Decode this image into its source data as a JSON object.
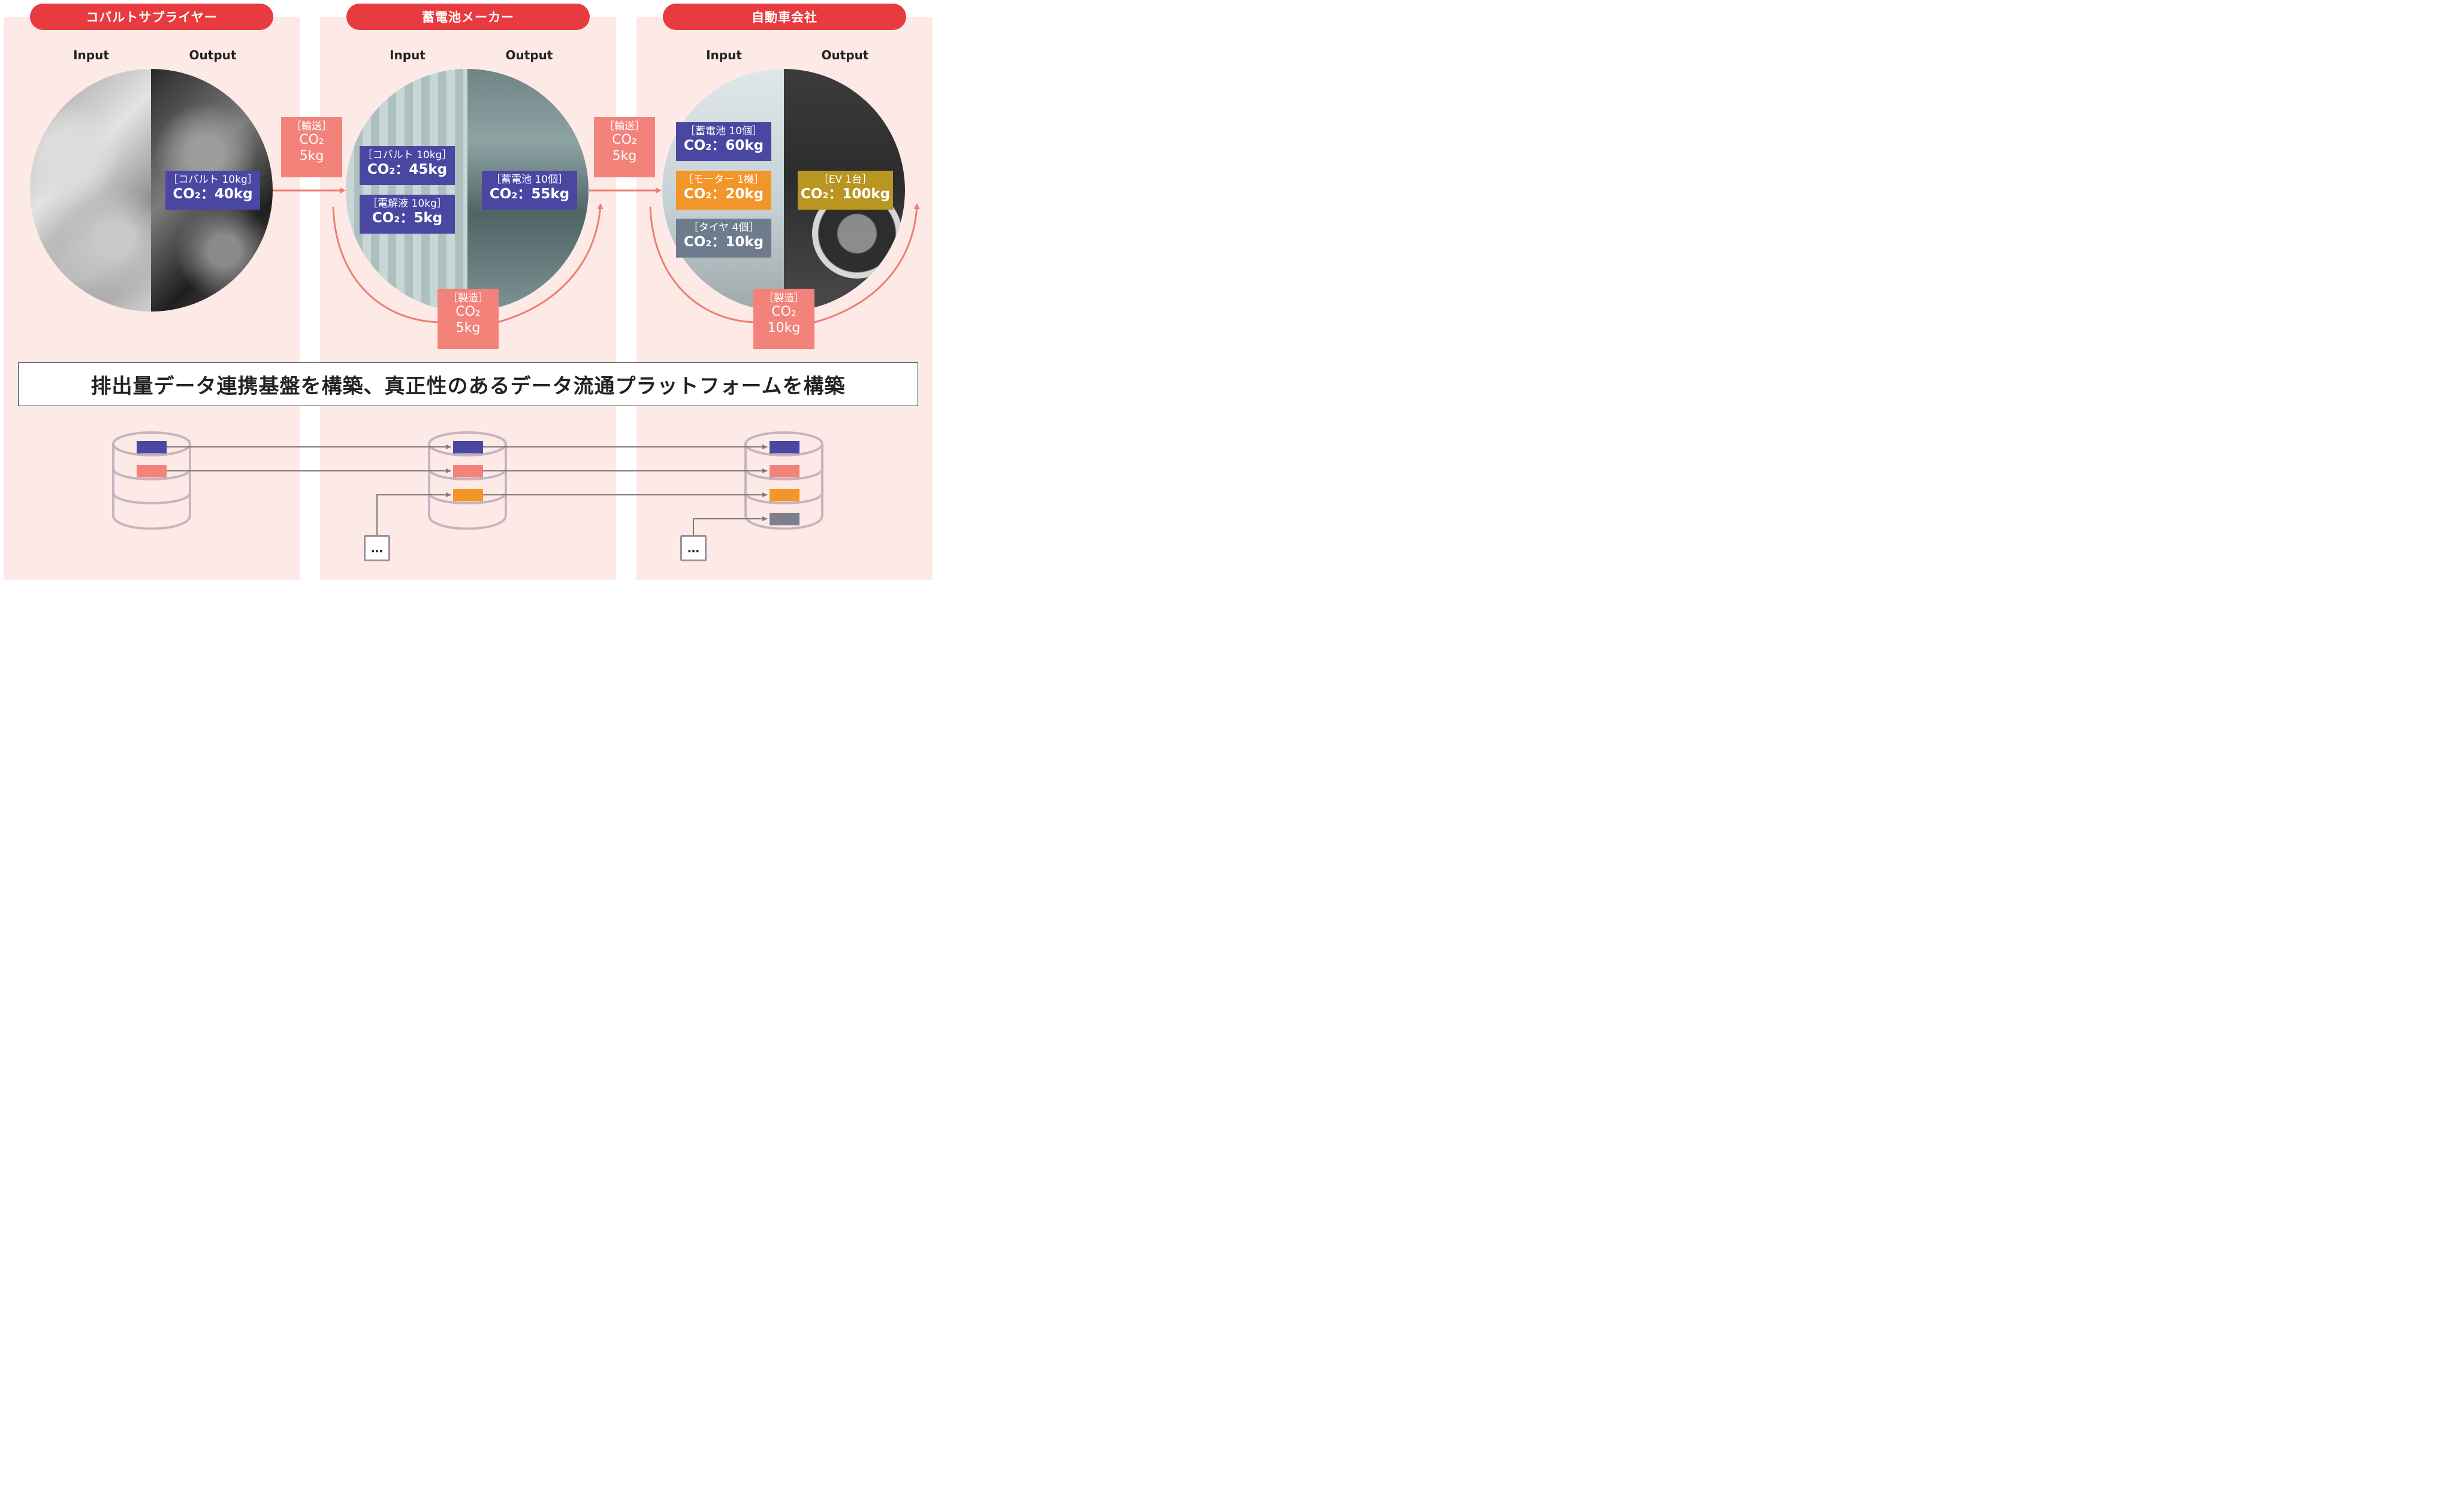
{
  "stages": [
    {
      "title": "コバルトサプライヤー",
      "input_label": "Input",
      "output_label": "Output"
    },
    {
      "title": "蓄電池メーカー",
      "input_label": "Input",
      "output_label": "Output"
    },
    {
      "title": "自動車会社",
      "input_label": "Input",
      "output_label": "Output"
    }
  ],
  "tags": {
    "cobalt_out": {
      "label": "［コバルト 10kg］",
      "value": "CO₂：40kg",
      "color": "#4a47a3"
    },
    "cobalt_in": {
      "label": "［コバルト 10kg］",
      "value": "CO₂：45kg",
      "color": "#4a47a3"
    },
    "electrolyte_in": {
      "label": "［電解液 10kg］",
      "value": "CO₂：5kg",
      "color": "#4a47a3"
    },
    "battery_out": {
      "label": "［蓄電池 10個］",
      "value": "CO₂：55kg",
      "color": "#4a47a3"
    },
    "battery_in": {
      "label": "［蓄電池 10個］",
      "value": "CO₂：60kg",
      "color": "#4a47a3"
    },
    "motor_in": {
      "label": "［モーター 1機］",
      "value": "CO₂：20kg",
      "color": "#f3962a"
    },
    "tire_in": {
      "label": "［タイヤ 4個］",
      "value": "CO₂：10kg",
      "color": "#6d7b8c"
    },
    "ev_out": {
      "label": "［EV 1台］",
      "value": "CO₂：100kg",
      "color": "#b99522"
    }
  },
  "transport": [
    {
      "label": "［輸送］",
      "line1": "CO₂",
      "line2": "5kg"
    },
    {
      "label": "［輸送］",
      "line1": "CO₂",
      "line2": "5kg"
    }
  ],
  "manufacture": [
    {
      "label": "［製造］",
      "line1": "CO₂",
      "line2": "5kg"
    },
    {
      "label": "［製造］",
      "line1": "CO₂",
      "line2": "10kg"
    }
  ],
  "banner": "排出量データ連携基盤を構築、真正性のあるデータ流通プラットフォームを構築",
  "more_boxes": [
    "…",
    "…"
  ],
  "colors": {
    "header": "#e83b3f",
    "panel": "#fdeae6",
    "arrow": "#ef7d73",
    "db_outline": "#c4b5c0",
    "record_navy": "#4a47a3",
    "record_salmon": "#f2827a",
    "record_orange": "#f3962a",
    "record_gray": "#7d7f8c"
  }
}
